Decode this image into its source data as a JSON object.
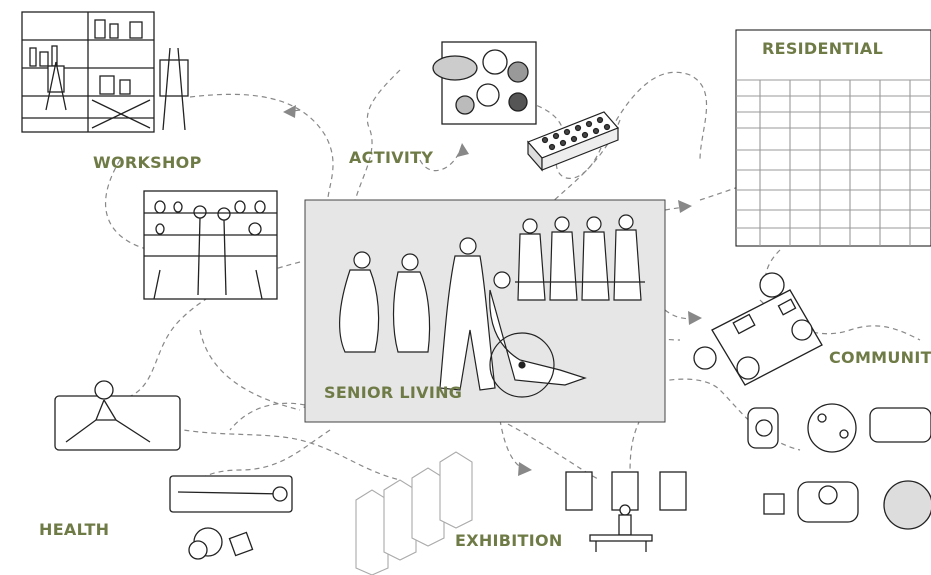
{
  "labels": {
    "workshop": "WORKSHOP",
    "activity": "ACTIVITY",
    "residential": "RESIDENTIAL",
    "community": "COMMUNIT",
    "senior_living": "SENIOR LIVING",
    "health": "HEALTH",
    "exhibition": "EXHIBITION"
  },
  "colors": {
    "label_text": "#6f7b46",
    "line": "#222222",
    "center_panel": "#e6e6e6",
    "dashed_path": "#888888"
  },
  "icons": [
    "bookshelf-easel-icon",
    "planter-table-icon",
    "seedling-tray-icon",
    "pottery-shelf-icon",
    "seniors-group-icon",
    "building-facade-icon",
    "meeting-table-icon",
    "round-table-icon",
    "yoga-mat-icon",
    "massage-bed-icon",
    "display-pedestals-icon",
    "gallery-wall-icon"
  ]
}
